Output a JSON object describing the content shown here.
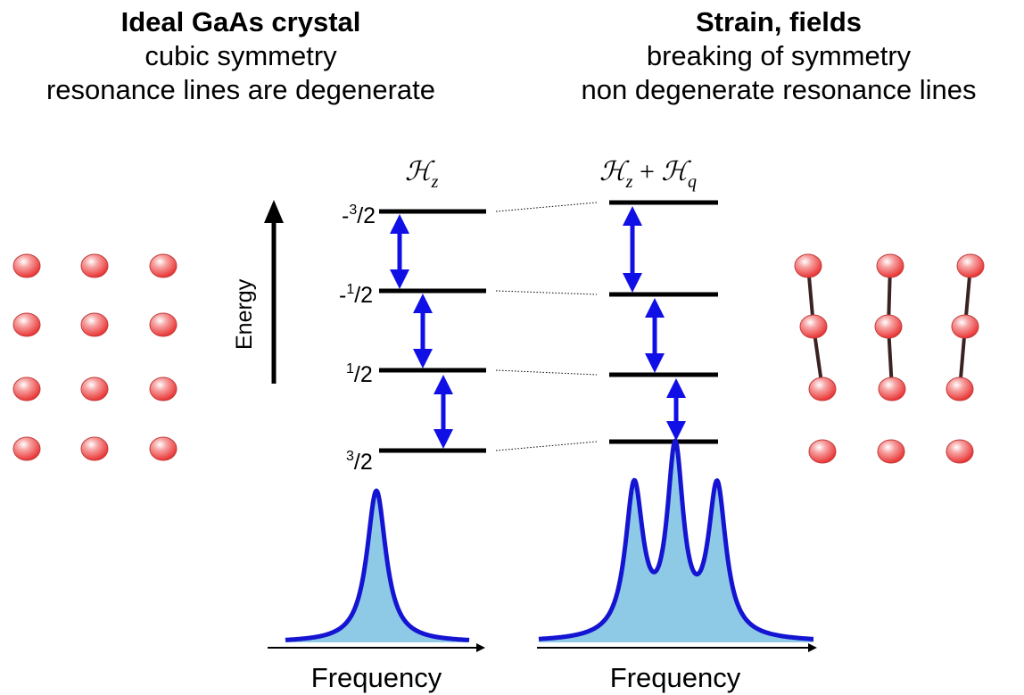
{
  "left_panel": {
    "title": "Ideal GaAs crystal",
    "line1": "cubic symmetry",
    "line2": "resonance lines are degenerate"
  },
  "right_panel": {
    "title": "Strain, fields",
    "line1": "breaking of symmetry",
    "line2": "non degenerate resonance lines"
  },
  "hamiltonian_left": {
    "H": "ℋ",
    "sub": "z"
  },
  "hamiltonian_right": {
    "H1": "ℋ",
    "sub1": "z",
    "plus": " + ",
    "H2": "ℋ",
    "sub2": "q"
  },
  "energy_axis_label": "Energy",
  "levels": [
    {
      "sign": "-",
      "num": "3",
      "den": "/2"
    },
    {
      "sign": "-",
      "num": "1",
      "den": "/2"
    },
    {
      "sign": "",
      "num": "1",
      "den": "/2"
    },
    {
      "sign": "",
      "num": "3",
      "den": "/2"
    }
  ],
  "frequency_label_left": "Frequency",
  "frequency_label_right": "Frequency",
  "colors": {
    "level": "#000000",
    "arrow": "#1010e6",
    "spectrum_line": "#1414d2",
    "spectrum_fill": "#8ecae6",
    "atom": "#f06a6a",
    "bond": "#3a2222"
  }
}
